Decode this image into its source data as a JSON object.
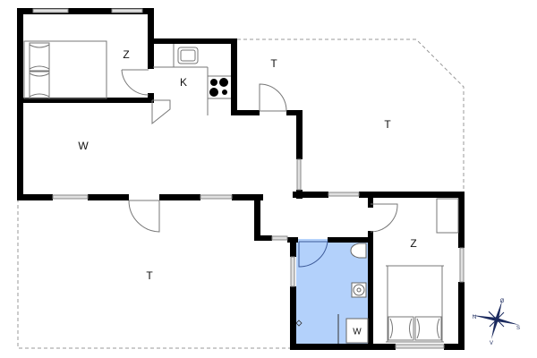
{
  "colors": {
    "wall": "#000000",
    "window": "#bdbdbd",
    "bathroom_fill": "#b3d1fb",
    "outline": "#999999",
    "compass": "#1b2a5e"
  },
  "rooms": [
    {
      "id": "bedroom-1",
      "label": "Z",
      "meaning": "bedroom"
    },
    {
      "id": "kitchen",
      "label": "K",
      "meaning": "kitchen"
    },
    {
      "id": "living-room",
      "label": "W",
      "meaning": "living room"
    },
    {
      "id": "terrace-north",
      "label": "T",
      "meaning": "terrace"
    },
    {
      "id": "terrace-east",
      "label": "T",
      "meaning": "terrace"
    },
    {
      "id": "terrace-south",
      "label": "T",
      "meaning": "terrace"
    },
    {
      "id": "bedroom-2",
      "label": "Z",
      "meaning": "bedroom"
    },
    {
      "id": "washer",
      "label": "W",
      "meaning": "washing machine"
    }
  ],
  "compass": {
    "n": "N",
    "s": "S",
    "e": "Ø",
    "w": "V"
  }
}
